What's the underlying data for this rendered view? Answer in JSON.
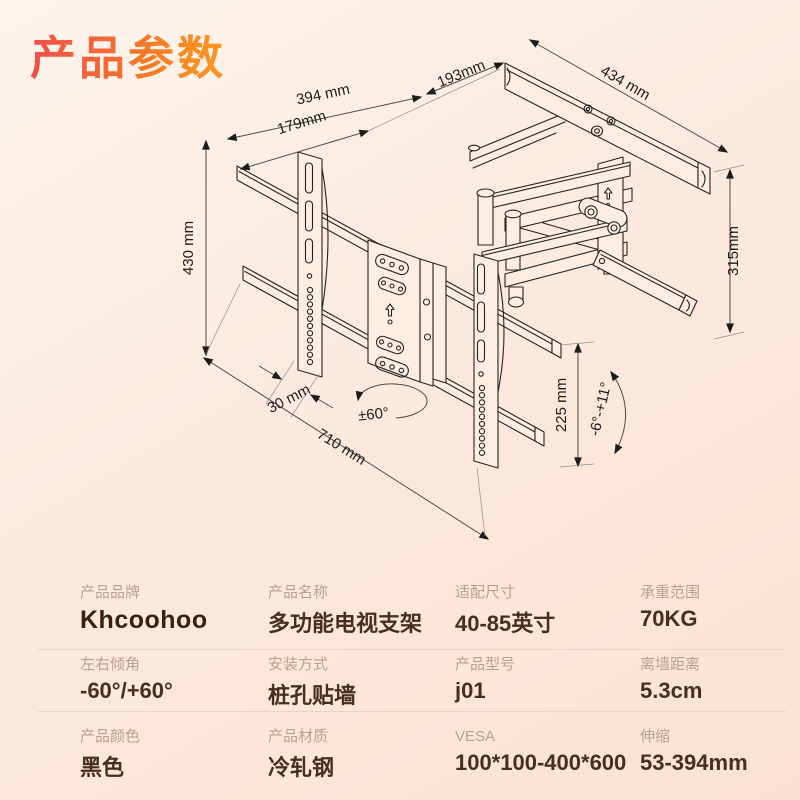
{
  "header": {
    "title": "产品参数"
  },
  "diagram": {
    "dims": {
      "top_width": "394 mm",
      "top_depth": "193mm",
      "wall_rail_length": "434 mm",
      "inner_width": "179mm",
      "bracket_height": "430 mm",
      "right_height": "315mm",
      "rail_width": "30 mm",
      "swivel_range": "±60°",
      "total_width": "710 mm",
      "plate_height": "225 mm",
      "tilt_range": "-6°-+11°"
    }
  },
  "spec_table": {
    "rows": [
      {
        "cells": [
          {
            "label": "产品品牌",
            "value": "Khcoohoo"
          },
          {
            "label": "产品名称",
            "value": "多功能电视支架"
          },
          {
            "label": "适配尺寸",
            "value": "40-85英寸"
          },
          {
            "label": "承重范围",
            "value": "70KG"
          }
        ]
      },
      {
        "cells": [
          {
            "label": "左右倾角",
            "value": "-60°/+60°"
          },
          {
            "label": "安装方式",
            "value": "桩孔贴墙"
          },
          {
            "label": "产品型号",
            "value": "j01"
          },
          {
            "label": "离墙距离",
            "value": "5.3cm"
          }
        ]
      },
      {
        "cells": [
          {
            "label": "产品颜色",
            "value": "黑色"
          },
          {
            "label": "产品材质",
            "value": "冷轧钢"
          },
          {
            "label": "VESA",
            "value": "100*100-400*600"
          },
          {
            "label": "伸缩",
            "value": "53-394mm"
          }
        ]
      }
    ]
  },
  "colors": {
    "accent_start": "#f2504a",
    "accent_end": "#f9981f",
    "background": "#fceade",
    "line_color": "#242424",
    "label_color": "#b7a28f",
    "value_color": "#45301d"
  }
}
